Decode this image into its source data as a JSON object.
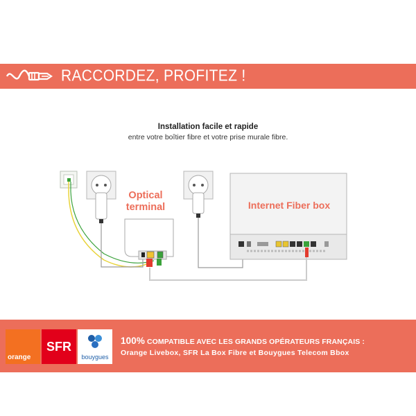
{
  "banner": {
    "title": "RACCORDEZ, PROFITEZ !",
    "icon": "fiber-cable-icon"
  },
  "intro": {
    "title": "Installation facile et rapide",
    "text": "entre votre boîtier fibre et votre prise murale fibre."
  },
  "diagram": {
    "optical_terminal_label_line1": "Optical",
    "optical_terminal_label_line2": "terminal",
    "fiber_box_label": "Internet Fiber box"
  },
  "footer": {
    "percent": "100%",
    "compat_text": " COMPATIBLE AVEC LES GRANDS OPÉRATEURS FRANÇAIS :",
    "operators_text": "Orange Livebox, SFR La Box Fibre et Bouygues Telecom Bbox",
    "logos": {
      "orange": "orange",
      "sfr": "SFR",
      "bouygues": "bouygues"
    }
  },
  "colors": {
    "accent": "#ec6e5a",
    "orange": "#f37021",
    "sfr": "#e2001a",
    "bouygues": "#1f5fa8",
    "yellow_cable": "#e8d33a",
    "green_cable": "#3aa23a"
  }
}
